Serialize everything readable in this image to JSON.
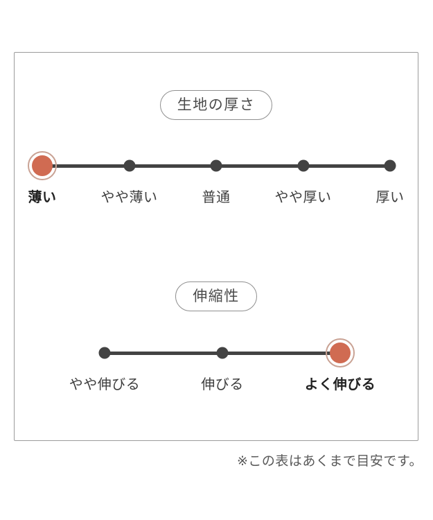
{
  "panel": {
    "sections": [
      {
        "title": "生地の厚さ",
        "levels": [
          "薄い",
          "やや薄い",
          "普通",
          "やや厚い",
          "厚い"
        ],
        "selected": "薄い",
        "selected_index": 0
      },
      {
        "title": "伸縮性",
        "levels": [
          "やや伸びる",
          "伸びる",
          "よく伸びる"
        ],
        "selected": "よく伸びる",
        "selected_index": 2
      }
    ]
  },
  "note": "※この表はあくまで目安です。",
  "colors": {
    "selected_dot": "#d06b52",
    "selected_ring": "#c9a294",
    "track": "#434343",
    "dot": "#434343",
    "panel_border": "#9b9b9b"
  }
}
